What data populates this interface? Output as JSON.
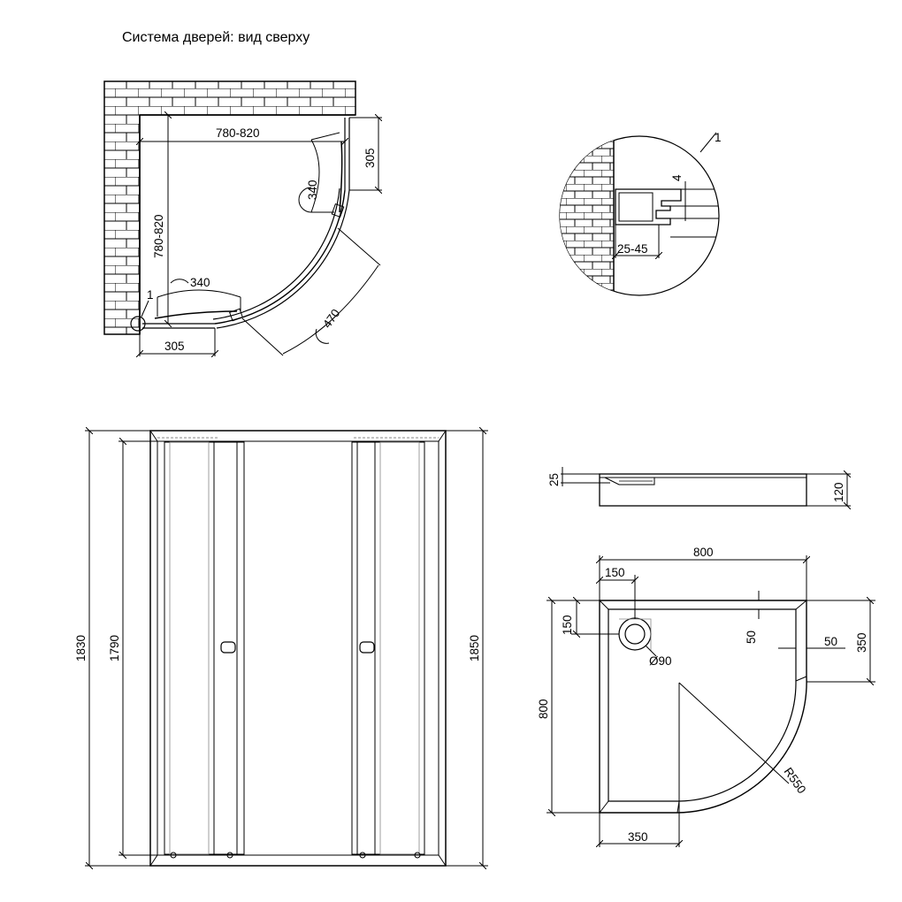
{
  "title": "Система дверей: вид сверху",
  "top_view": {
    "dim_width": "780-820",
    "dim_height": "780-820",
    "dim_right_top": "305",
    "dim_bottom_left": "305",
    "dim_door_arc_vertical": "340",
    "dim_door_arc_horizontal": "340",
    "dim_diagonal": "470",
    "callout": "1"
  },
  "detail": {
    "callout": "1",
    "dim_gap": "4",
    "dim_range": "25-45"
  },
  "front_view": {
    "dim_total_height": "1830",
    "dim_inner_height": "1790",
    "dim_outer_height": "1850"
  },
  "tray_side": {
    "dim_rim": "25",
    "dim_height": "120"
  },
  "tray_top": {
    "dim_width": "800",
    "dim_height": "800",
    "dim_drain_x": "150",
    "dim_drain_y": "150",
    "dim_drain_diameter": "Ø90",
    "dim_radius": "R550",
    "dim_flat_x": "350",
    "dim_flat_y": "350",
    "dim_rim_x": "50",
    "dim_rim_y": "50"
  },
  "colors": {
    "line": "#000000",
    "light_line": "#888888",
    "background": "#ffffff"
  }
}
